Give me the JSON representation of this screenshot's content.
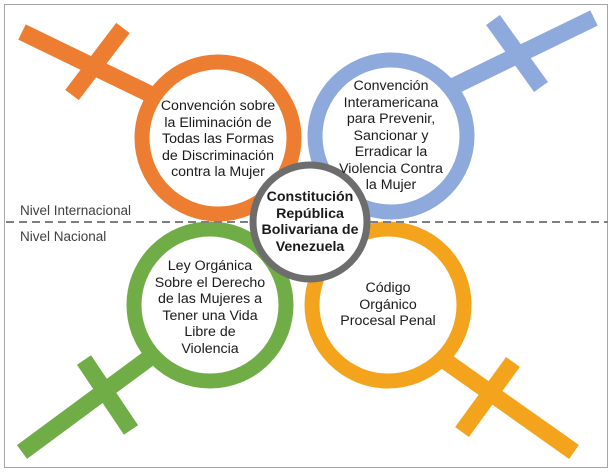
{
  "diagram": {
    "colors": {
      "orange": "#ED7D31",
      "blue": "#8EA9DB",
      "green": "#70AD47",
      "gold": "#F4A31C",
      "center_ring": "#6d6d6d",
      "divider": "#7f7f7f"
    },
    "tiers": {
      "international": "Nivel Internacional",
      "national": "Nivel Nacional"
    },
    "nodes": {
      "top_left": "Convención sobre\nla Eliminación de\nTodas las Formas\nde Discriminación\ncontra la Mujer",
      "top_right": "Convención\nInteramericana\npara Prevenir,\nSancionar y\nErradicar la\nViolencia Contra\nla Mujer",
      "bottom_left": "Ley Orgánica\nSobre el Derecho\nde las Mujeres a\nTener una Vida\nLibre de\nViolencia",
      "bottom_right": "Código\nOrgánico\nProcesal Penal",
      "center": "Constitución\nRepública\nBolivariana de\nVenezuela"
    },
    "symbol_icons": [
      "venus-symbol",
      "venus-symbol",
      "venus-symbol",
      "venus-symbol"
    ]
  }
}
